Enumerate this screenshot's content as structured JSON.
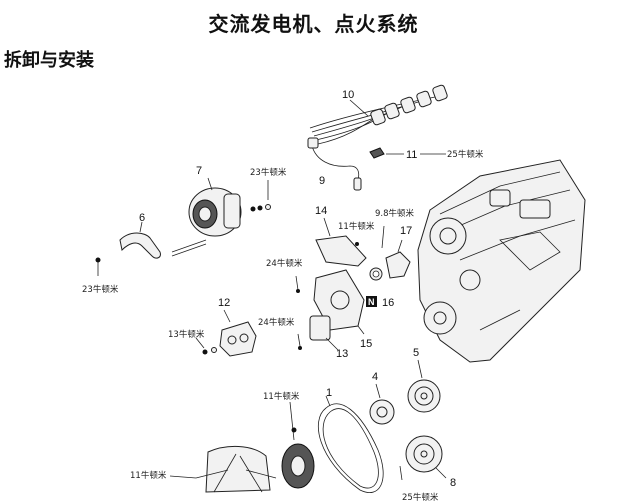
{
  "title": "交流发电机、点火系统",
  "section": "拆卸与安装",
  "callouts": {
    "p1": "1",
    "p4": "4",
    "p5": "5",
    "p6": "6",
    "p7": "7",
    "p8": "8",
    "p9": "9",
    "p10": "10",
    "p11": "11",
    "p12": "12",
    "p13": "13",
    "p14": "14",
    "p15": "15",
    "p16": "16",
    "p17": "17",
    "n_mark": "N"
  },
  "torques": {
    "t_25_top": "25牛顿米",
    "t_23_alt": "23牛顿米",
    "t_23_left": "23牛顿米",
    "t_9_8": "9.8牛顿米",
    "t_11_cover": "11牛顿米",
    "t_24_upper": "24牛顿米",
    "t_24_lower": "24牛顿米",
    "t_13": "13牛顿米",
    "t_11_fan": "11牛顿米",
    "t_11_left": "11牛顿米",
    "t_25_bottom": "25牛顿米"
  }
}
